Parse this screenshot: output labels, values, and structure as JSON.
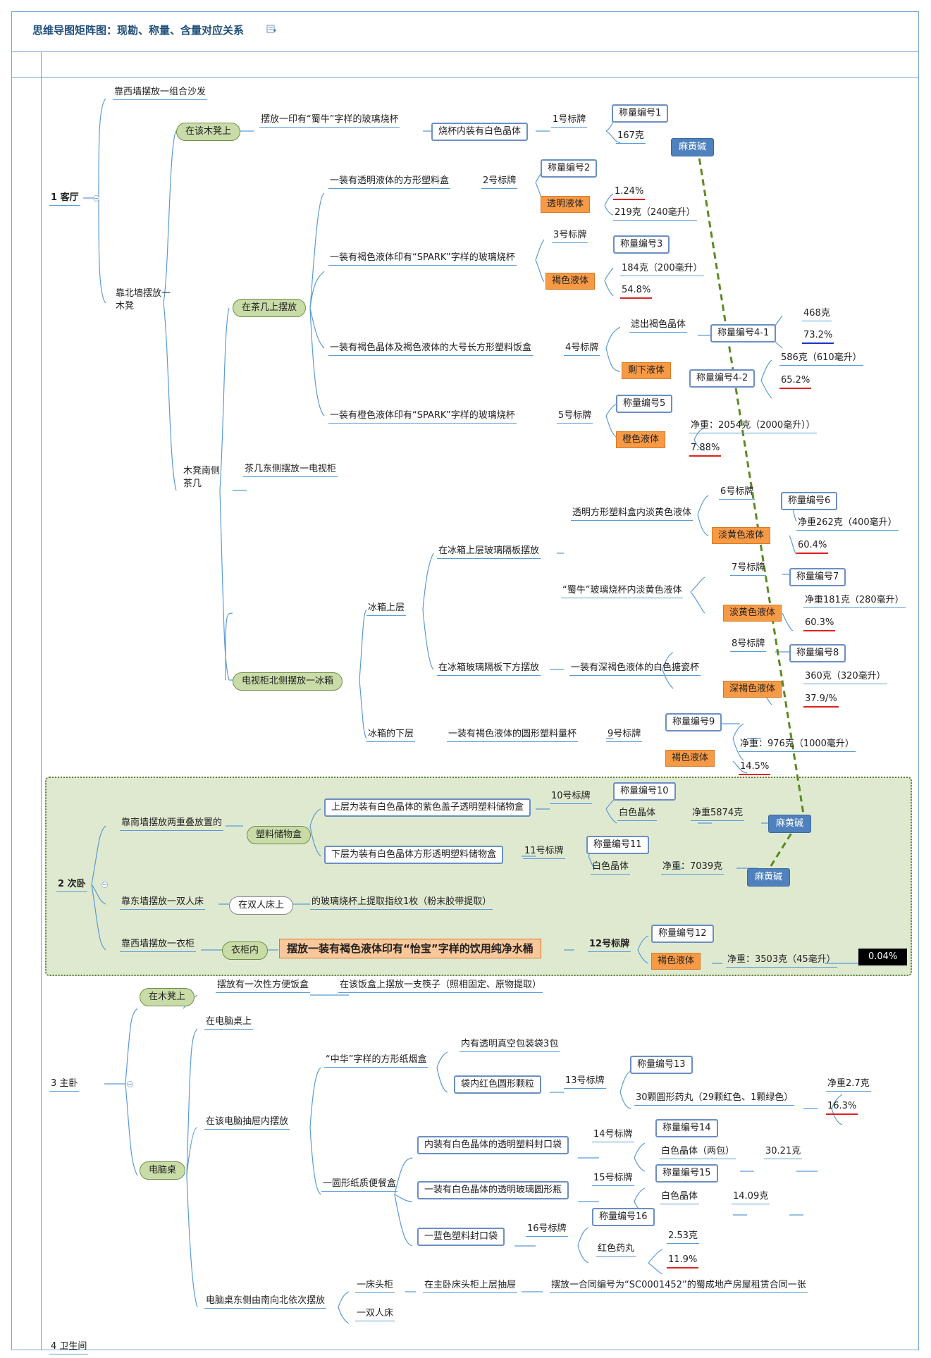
{
  "title": "思维导图矩阵图：现勘、称量、含量对应关系",
  "title_icon": "edit-note-icon",
  "colors": {
    "accent": "#4e81bd",
    "frame": "#7aa6cf",
    "highlight_orange": "#f79a46",
    "group_green": "#dfe9cf",
    "link_dashed": "#5a8a24",
    "percent_underline": "#e02020"
  },
  "rooms": [
    "1  客厅",
    "2  次卧",
    "3  主卧",
    "4  卫生间"
  ],
  "living": {
    "west_wall": "靠西墙摆放一组合沙发",
    "north_wall": "靠北墙摆放一木凳",
    "on_stool": "在该木凳上",
    "beaker_1": "摆放一印有“蜀牛”字样的玻璃烧杯",
    "beaker_1_content": "烧杯内装有白色晶体",
    "tag1": "1号标牌",
    "w1": "称量编号1",
    "w1_val": "167克",
    "ephedrine1": "麻黄碱",
    "south_tea": "木凳南侧茶几",
    "on_tea": "在茶几上摆放",
    "item2": "一装有透明液体的方形塑料盒",
    "tag2": "2号标牌",
    "w2": "称量编号2",
    "liq2": "透明液体",
    "p2": "1.24%",
    "v2": "219克（240毫升）",
    "item3": "一装有褐色液体印有“SPARK”字样的玻璃烧杯",
    "tag3": "3号标牌",
    "w3": "称量编号3",
    "liq3": "褐色液体",
    "v3": "184克（200毫升）",
    "p3": "54.8%",
    "item4": "一装有褐色晶体及褐色液体的大号长方形塑料饭盒",
    "tag4": "4号标牌",
    "filter4": "滤出褐色晶体",
    "w41": "称量编号4-1",
    "v41": "468克",
    "p41": "73.2%",
    "rest4": "剩下液体",
    "w42": "称量编号4-2",
    "v42": "586克（610毫升）",
    "p42": "65.2%",
    "item5": "一装有橙色液体印有“SPARK”字样的玻璃烧杯",
    "tag5": "5号标牌",
    "w5": "称量编号5",
    "liq5": "橙色液体",
    "v5": "净重：2054克（2000毫升））",
    "p5": "7.88%",
    "tv": "茶几东侧摆放一电视柜",
    "fridge": "电视柜北侧摆放一冰箱",
    "fridge_upper": "冰箱上层",
    "shelf_on": "在冰箱上层玻璃隔板摆放",
    "item6": "透明方形塑料盒内淡黄色液体",
    "tag6": "6号标牌",
    "w6": "称量编号6",
    "liq6": "淡黄色液体",
    "v6": "净重262克（400毫升）",
    "p6": "60.4%",
    "item7": "“蜀牛”玻璃烧杯内淡黄色液体",
    "tag7": "7号标牌",
    "w7": "称量编号7",
    "liq7": "淡黄色液体",
    "v7": "净重181克（280毫升）",
    "p7": "60.3%",
    "shelf_under": "在冰箱玻璃隔板下方摆放",
    "item8": "一装有深褐色液体的白色搪瓷杯",
    "tag8": "8号标牌",
    "w8": "称量编号8",
    "liq8": "深褐色液体",
    "v8": "360克（320毫升）",
    "p8": "37.9/%",
    "fridge_lower": "冰箱的下层",
    "item9": "一装有褐色液体的圆形塑料量杯",
    "tag9": "9号标牌",
    "w9": "称量编号9",
    "liq9": "褐色液体",
    "v9": "净重：976克（1000毫升）",
    "p9": "14.5%"
  },
  "bedroom2": {
    "south_wall": "靠南墙摆放两重叠放置的",
    "storage_box": "塑料储物盒",
    "upper": "上层为装有白色晶体的紫色盖子透明塑料储物盒",
    "tag10": "10号标牌",
    "w10": "称量编号10",
    "solid10": "白色晶体",
    "v10": "净重5874克",
    "eph10": "麻黄碱",
    "lower": "下层为装有白色晶体方形透明塑料储物盒",
    "tag11": "11号标牌",
    "w11": "称量编号11",
    "solid11": "白色晶体",
    "v11": "净重：7039克",
    "eph11": "麻黄碱",
    "east_wall": "靠东墙摆放一双人床",
    "on_bed": "在双人床上",
    "fingerprint": "的玻璃烧杯上提取指纹1枚（粉末胶带提取）",
    "west_wall": "靠西墙摆放一衣柜",
    "in_wardrobe": "衣柜内",
    "bucket": "摆放一装有褐色液体印有“怡宝”字样的饮用纯净水桶",
    "tag12": "12号标牌",
    "w12": "称量编号12",
    "liq12": "褐色液体",
    "v12": "净重：3503克（45毫升）",
    "p12": "0.04%"
  },
  "master": {
    "on_stool": "在木凳上",
    "lunchbox": "摆放有一次性方便饭盒",
    "chopsticks": "在该饭盒上摆放一支筷子（照相固定、原物提取）",
    "desk": "电脑桌",
    "on_desk": "在电脑桌上",
    "drawer": "在该电脑抽屉内摆放",
    "cig_box": "“中华”字样的方形纸烟盒",
    "vacuum": "内有透明真空包装袋3包",
    "red_pellets": "袋内红色圆形颗粒",
    "tag13": "13号标牌",
    "w13": "称量编号13",
    "pills13": "30颗圆形药丸（29颗红色、1颗绿色）",
    "v13": "净重2.7克",
    "p13": "16.3%",
    "paper_box": "一圆形纸质便餐盒",
    "bag14": "内装有白色晶体的透明塑料封口袋",
    "tag14": "14号标牌",
    "w14": "称量编号14",
    "solid14": "白色晶体（两包）",
    "v14": "30.21克",
    "bottle15": "一装有白色晶体的透明玻璃圆形瓶",
    "tag15": "15号标牌",
    "w15": "称量编号15",
    "solid15": "白色晶体",
    "v15": "14.09克",
    "bag16": "一蓝色塑料封口袋",
    "tag16": "16号标牌",
    "w16": "称量编号16",
    "pills16": "红色药丸",
    "v16": "2.53克",
    "p16": "11.9%",
    "east_desk": "电脑桌东侧由南向北依次摆放",
    "nightstand": "一床头柜",
    "drawer_upper": "在主卧床头柜上层抽屉",
    "contract": "摆放一合同编号为“SC0001452”的蜀成地产房屋租赁合同一张",
    "double_bed": "一双人床"
  }
}
